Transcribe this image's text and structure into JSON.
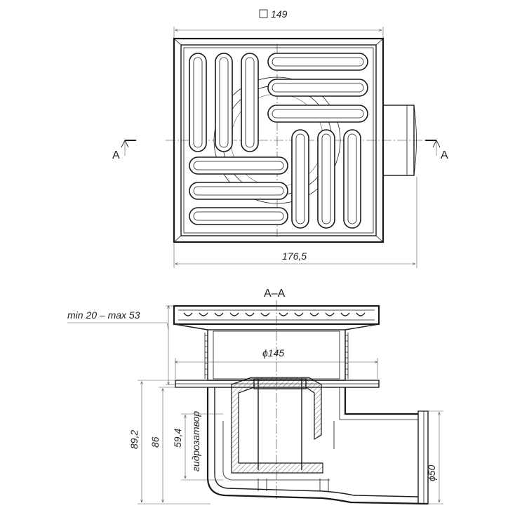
{
  "top_view": {
    "grate_size_label": "149",
    "overall_width_label": "176,5",
    "section_left_label": "A",
    "section_right_label": "A"
  },
  "section_view": {
    "title": "A–A",
    "height_range_label": "min 20 – max 53",
    "inner_diameter_label": "ϕ145",
    "outlet_diameter_label": "ϕ50",
    "total_height_label": "89,2",
    "body_height_label": "86",
    "trap_height_label": "59,4",
    "trap_label": "гидрозатвор"
  }
}
